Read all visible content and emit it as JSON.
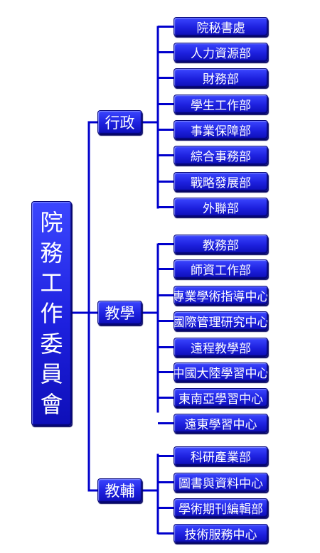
{
  "root": {
    "label": "院務工作委員會"
  },
  "groups": [
    {
      "label": "行政",
      "items": [
        "院秘書處",
        "人力資源部",
        "財務部",
        "學生工作部",
        "事業保障部",
        "綜合事務部",
        "戰略發展部",
        "外聯部"
      ]
    },
    {
      "label": "教學",
      "items": [
        "教務部",
        "師資工作部",
        "專業學術指導中心",
        "國際管理研究中心",
        "遠程教學部",
        "中國大陸學習中心",
        "東南亞學習中心",
        "遠東學習中心"
      ]
    },
    {
      "label": "教輔",
      "items": [
        "科研產業部",
        "圖書與資料中心",
        "學術期刊編輯部",
        "技術服務中心"
      ]
    }
  ],
  "colors": {
    "box": "#1d20de",
    "line": "#0000cc",
    "text": "#ffffff"
  }
}
